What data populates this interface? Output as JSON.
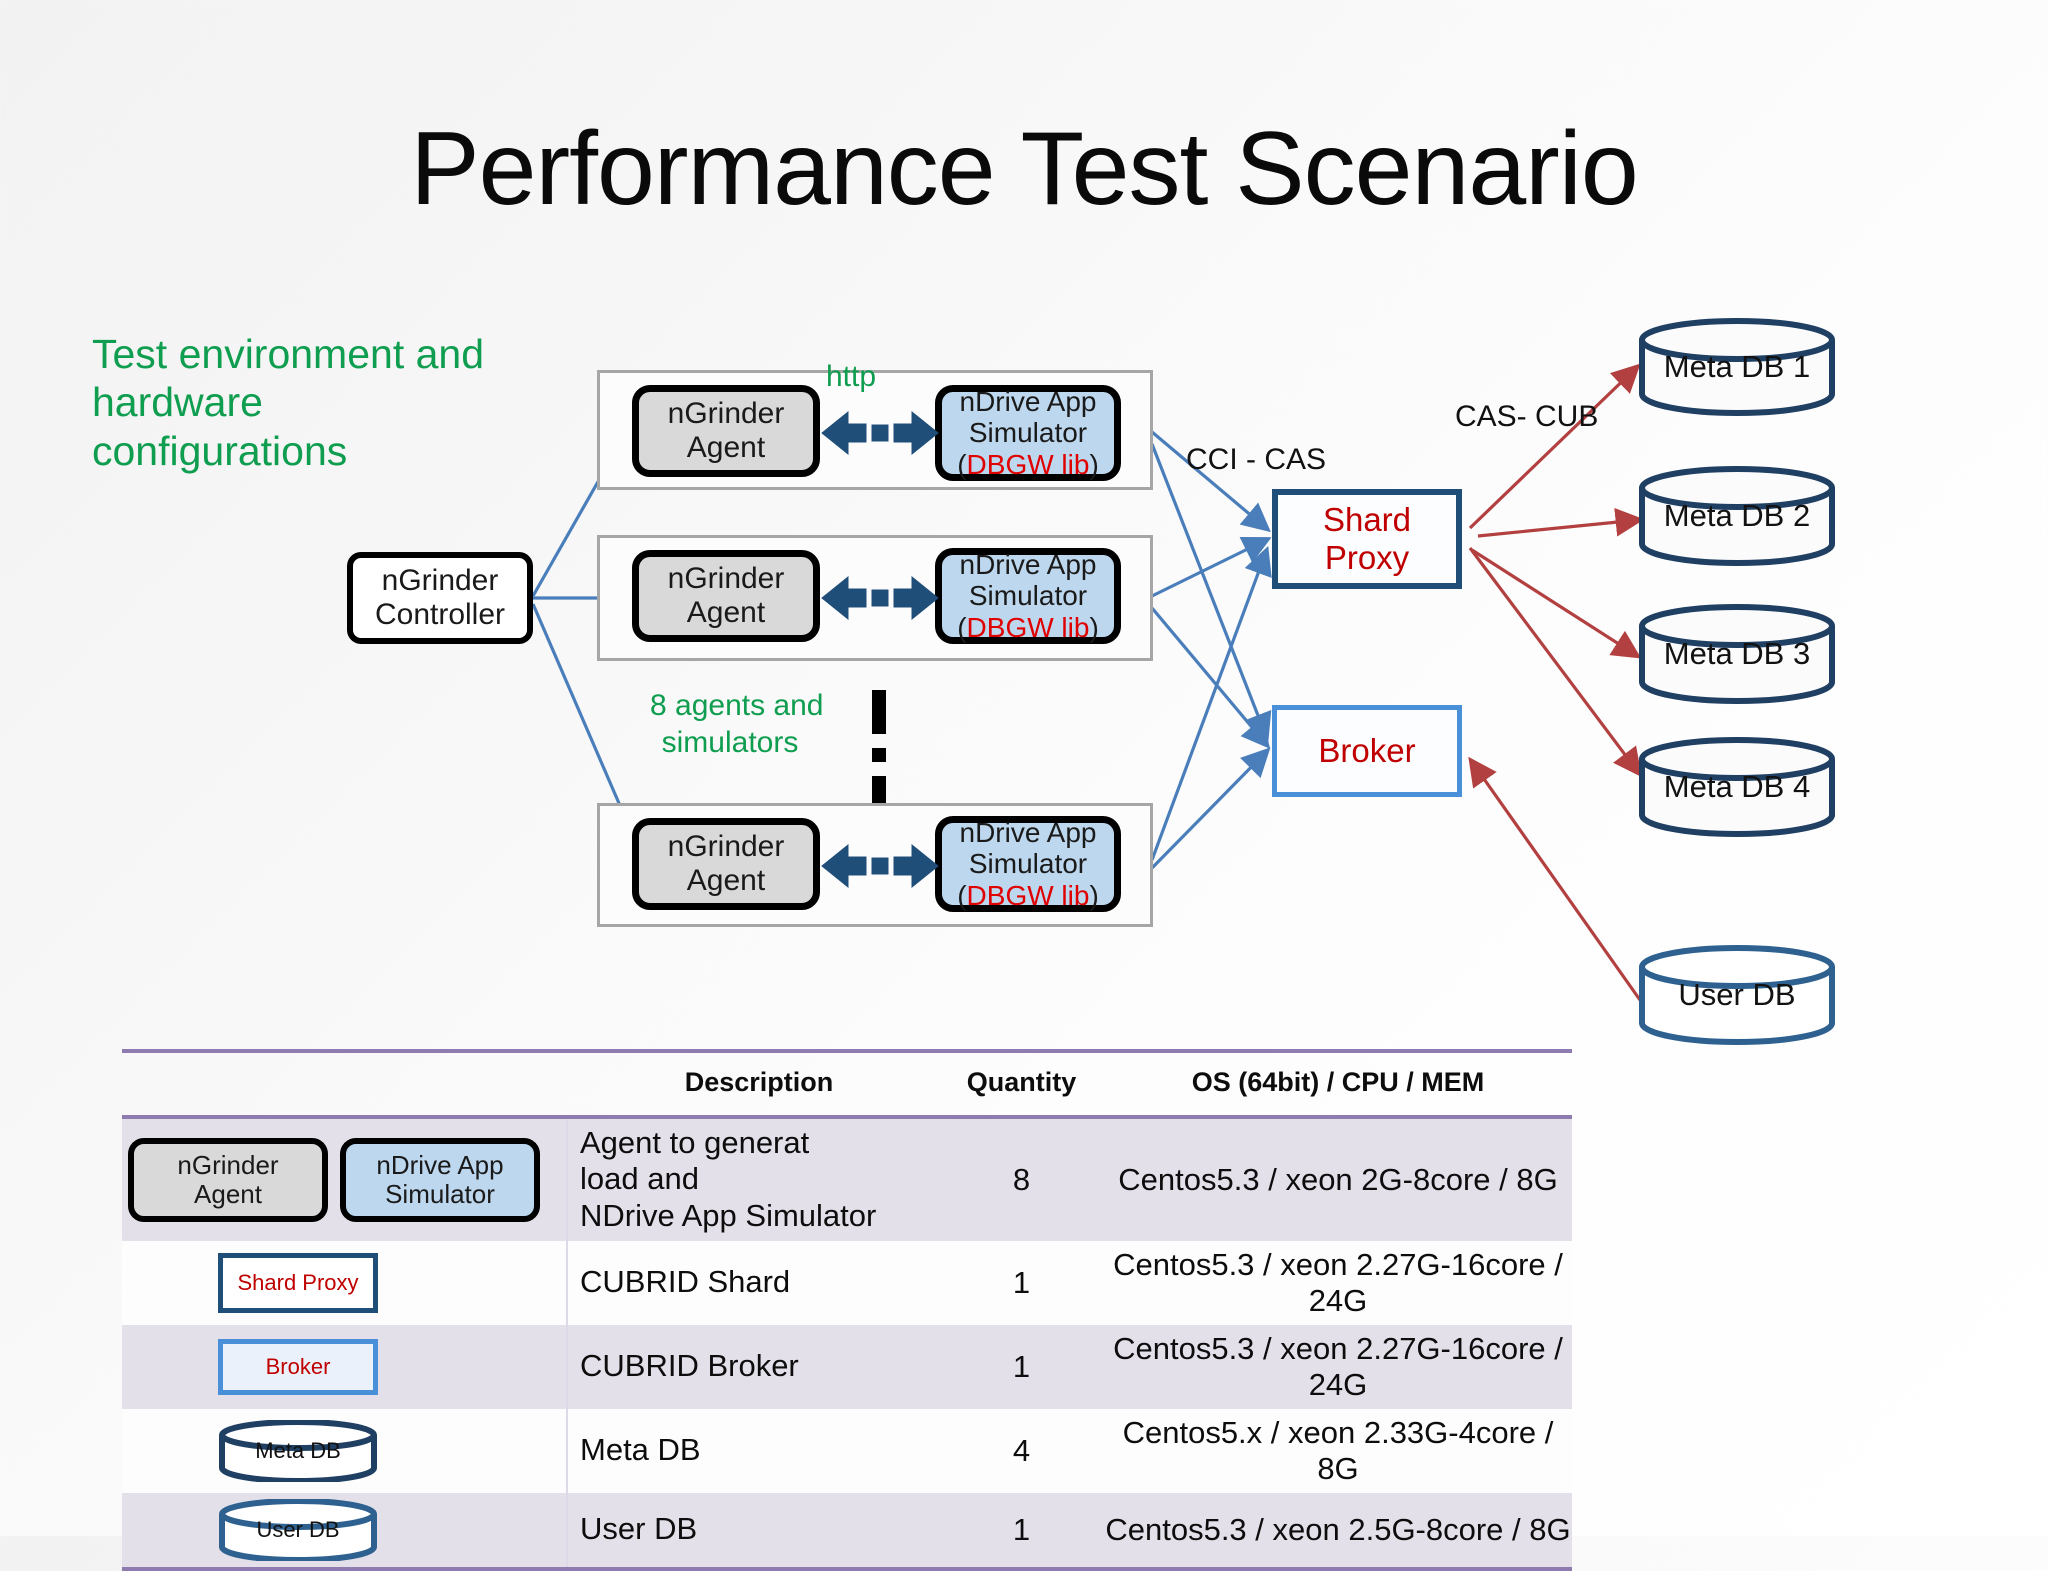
{
  "slide": {
    "title": "Performance Test Scenario",
    "caption": "Test environment and hardware configurations"
  },
  "colors": {
    "green": "#0f9d4f",
    "red": "#c00000",
    "dbgw_red": "#e00000",
    "dark_blue": "#1f4e79",
    "light_blue": "#4a90d9",
    "blue_arrow": "#4a7ebb",
    "red_arrow": "#b34040",
    "agent_fill": "#d9d9d9",
    "sim_fill": "#bdd7ee",
    "table_rule": "#8e7cb0",
    "row_shade": "#e3e0ea"
  },
  "diagram": {
    "controller": {
      "line1": "nGrinder",
      "line2": "Controller"
    },
    "agent": {
      "line1": "nGrinder",
      "line2": "Agent"
    },
    "simulator": {
      "line1": "nDrive App",
      "line2": "Simulator",
      "line3_open": "(",
      "line3_lib": "DBGW lib",
      "line3_close": ")"
    },
    "http_label": "http",
    "cci_cas_label": "CCI - CAS",
    "cas_cub_label": "CAS- CUB",
    "agents_note_line1": "8 agents and",
    "agents_note_line2": "simulators",
    "shard_proxy": {
      "line1": "Shard",
      "line2": "Proxy"
    },
    "broker": "Broker",
    "databases": [
      {
        "label": "Meta DB 1"
      },
      {
        "label": "Meta DB 2"
      },
      {
        "label": "Meta DB 3"
      },
      {
        "label": "Meta DB 4"
      },
      {
        "label": "User DB"
      }
    ]
  },
  "table": {
    "headers": {
      "icon": "",
      "description": "Description",
      "quantity": "Quantity",
      "os": "OS (64bit) / CPU / MEM"
    },
    "rows": [
      {
        "icon_type": "agent-sim-pair",
        "icon_labels": [
          "nGrinder",
          "Agent",
          "nDrive App",
          "Simulator"
        ],
        "description": "Agent to generat\nload and\nNDrive App Simulator",
        "quantity": "8",
        "os": "Centos5.3 / xeon 2G-8core / 8G"
      },
      {
        "icon_type": "shard-proxy",
        "icon_label": "Shard Proxy",
        "description": "CUBRID Shard",
        "quantity": "1",
        "os": "Centos5.3 / xeon 2.27G-16core / 24G"
      },
      {
        "icon_type": "broker",
        "icon_label": "Broker",
        "description": "CUBRID Broker",
        "quantity": "1",
        "os": "Centos5.3 / xeon 2.27G-16core / 24G"
      },
      {
        "icon_type": "cylinder",
        "icon_label": "Meta DB",
        "description": "Meta DB",
        "quantity": "4",
        "os": "Centos5.x / xeon 2.33G-4core / 8G"
      },
      {
        "icon_type": "cylinder",
        "icon_label": "User DB",
        "description": "User DB",
        "quantity": "1",
        "os": "Centos5.3 / xeon 2.5G-8core / 8G"
      }
    ]
  }
}
